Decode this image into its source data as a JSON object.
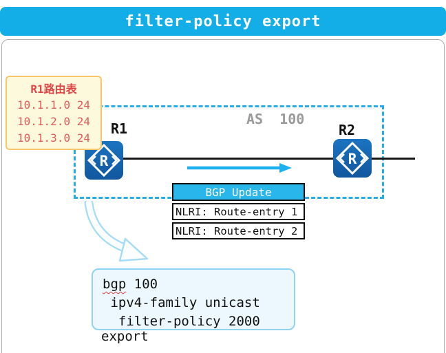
{
  "header": {
    "title": "filter-policy export"
  },
  "routing_table": {
    "title": "R1路由表",
    "routes": [
      "10.1.1.0 24",
      "10.1.2.0 24",
      "10.1.3.0 24"
    ]
  },
  "as_zone": {
    "label": "AS  100"
  },
  "routers": {
    "r1": {
      "label": "R1",
      "icon_letter": "R"
    },
    "r2": {
      "label": "R2",
      "icon_letter": "R"
    }
  },
  "bgp_update": {
    "title": "BGP Update",
    "rows": [
      "NLRI: Route-entry 1",
      "NLRI: Route-entry 2"
    ]
  },
  "config": {
    "line1_keyword": "bgp",
    "line1_rest": " 100",
    "line2": " ipv4-family unicast",
    "line3": "  filter-policy 2000",
    "line4": "export"
  },
  "colors": {
    "title_bar_bg": "#13AEE8",
    "as_dashed_border": "#25ACE8",
    "router_blue": "#1660AB",
    "flow_arrow_blue": "#1FB0F0",
    "bgp_header_bg": "#29B6EA",
    "note_bg": "#FDF9DC",
    "note_border": "#F6C668",
    "note_title_text": "#E04545",
    "note_route_text": "#E05A5A",
    "as_label_text": "#9A9A9A"
  }
}
